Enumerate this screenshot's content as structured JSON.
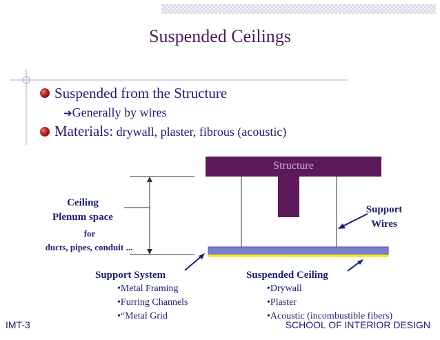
{
  "slide": {
    "title": "Suspended Ceilings",
    "bullets": [
      {
        "text": "Suspended from the Structure",
        "sub_arrow": "➔",
        "sub": "Generally by wires"
      },
      {
        "label": "Materials:",
        "rest": " drywall, plaster, fibrous (acoustic)"
      }
    ]
  },
  "diagram": {
    "structure_label": "Structure",
    "ceiling_plenum": [
      "Ceiling",
      "Plenum space",
      "for",
      "ducts, pipes, conduit ..."
    ],
    "support_wires": [
      "Support",
      "Wires"
    ],
    "support_system": {
      "title": "Support System",
      "items": [
        "•Metal Framing",
        "•Furring Channels",
        "•“Metal Grid"
      ]
    },
    "suspended_ceiling": {
      "title": "Suspended Ceiling",
      "items": [
        "•Drywall",
        "•Plaster",
        "•Acoustic (incombustible fibers)"
      ]
    }
  },
  "footer": {
    "left": "IMT-3",
    "right": "SCHOOL OF INTERIOR DESIGN"
  },
  "colors": {
    "structure": "#5c1a5c",
    "ceiling_band": "#7b80c9",
    "ceiling_yellow": "#f2ea2a",
    "text": "#1c1c72",
    "title": "#4a1a5c"
  }
}
